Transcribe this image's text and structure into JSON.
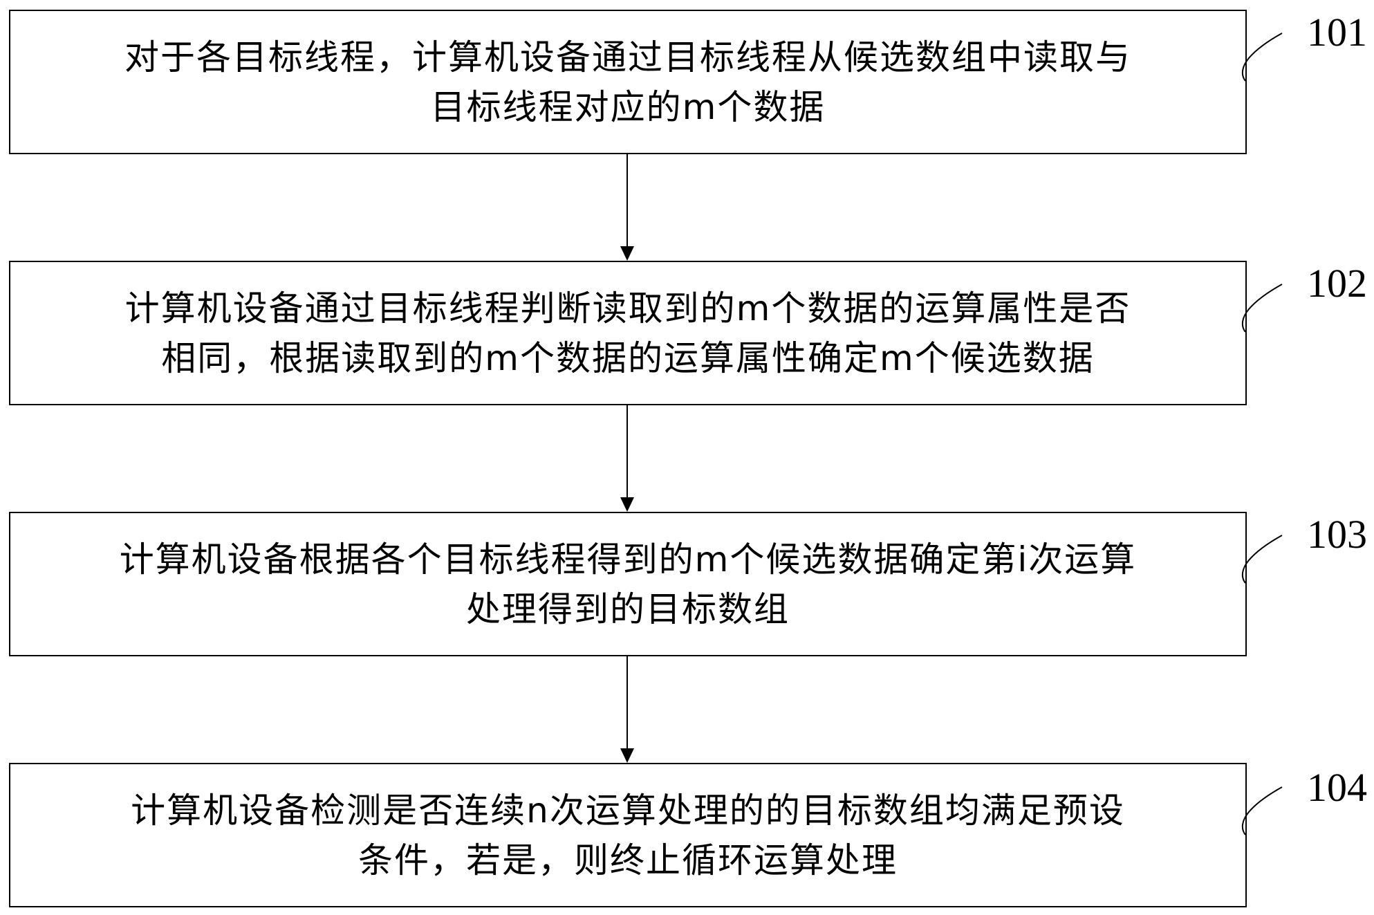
{
  "diagram": {
    "type": "flowchart",
    "direction": "top-to-bottom",
    "colors": {
      "stroke": "#000000",
      "background": "#ffffff",
      "text": "#000000"
    },
    "steps": [
      {
        "label": "101",
        "lines": [
          "对于各目标线程，计算机设备通过目标线程从候选数组中读取与",
          "目标线程对应的m个数据"
        ]
      },
      {
        "label": "102",
        "lines": [
          "计算机设备通过目标线程判断读取到的m个数据的运算属性是否",
          "相同，根据读取到的m个数据的运算属性确定m个候选数据"
        ]
      },
      {
        "label": "103",
        "lines": [
          "计算机设备根据各个目标线程得到的m个候选数据确定第i次运算",
          "处理得到的目标数组"
        ]
      },
      {
        "label": "104",
        "lines": [
          "计算机设备检测是否连续n次运算处理的的目标数组均满足预设",
          "条件，若是，则终止循环运算处理"
        ]
      }
    ],
    "connectors": [
      {
        "from": "101",
        "to": "102",
        "icon": "arrow-down-icon"
      },
      {
        "from": "102",
        "to": "103",
        "icon": "arrow-down-icon"
      },
      {
        "from": "103",
        "to": "104",
        "icon": "arrow-down-icon"
      }
    ]
  }
}
